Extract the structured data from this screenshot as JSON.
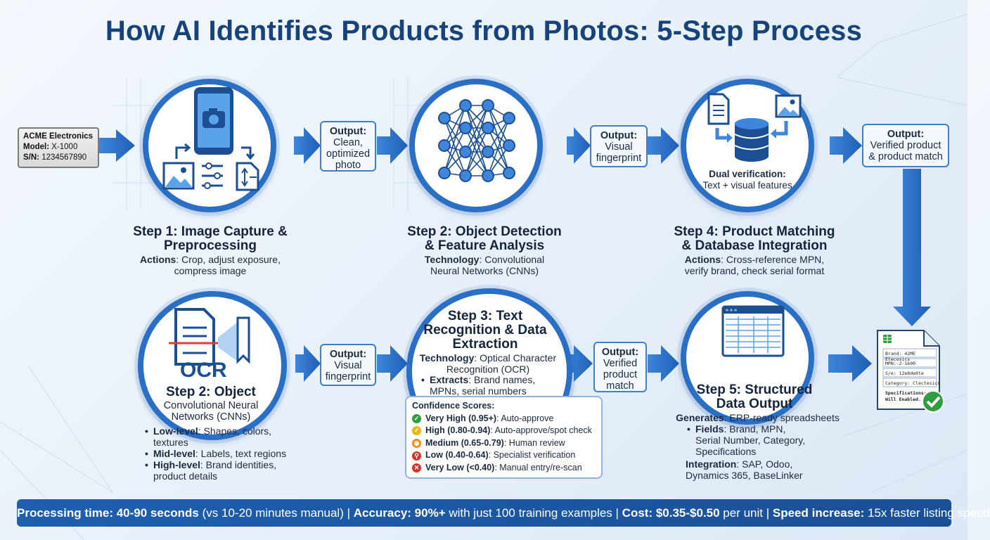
{
  "title": "How AI Identifies Products from Photos: 5-Step Process",
  "tag": {
    "brand": "ACME Electronics",
    "model_label": "Model:",
    "model_value": "X-1000",
    "sn_label": "S/N:",
    "sn_value": "1234567890"
  },
  "outputs": {
    "o1": {
      "label": "Output:",
      "text": "Clean, optimized photo"
    },
    "o2": {
      "label": "Output:",
      "text": "Visual fingerprint"
    },
    "o3": {
      "label": "Output:",
      "text": "Verified product & product match"
    },
    "o4": {
      "label": "Output:",
      "text": "Visual fingerprint"
    },
    "o5": {
      "label": "Output:",
      "text": "Verified product match"
    }
  },
  "step1": {
    "title": "Step 1: Image Capture & Preprocessing",
    "desc_label": "Actions",
    "desc_text": ": Crop, adjust exposure, compress image"
  },
  "step2": {
    "title": "Step 2: Object Detection & Feature Analysis",
    "desc_label": "Technology",
    "desc_text": ": Convolutional Neural Networks (CNNs)"
  },
  "step4": {
    "title": "Step 4: Product Matching & Database Integration",
    "desc_label": "Actions",
    "desc_text": ": Cross-reference MPN, verify brand, check serial format",
    "inner_label": "Dual verification:",
    "inner_text": "Text + visual features"
  },
  "ocr_step": {
    "ocr_text": "OCR",
    "title": "Step 2: Object",
    "subtitle": "Convolutional Neural Networks (CNNs)",
    "bullets": [
      {
        "label": "Low-level",
        "text": ": Shapes, colors, textures"
      },
      {
        "label": "Mid-level",
        "text": ": Labels, text regions"
      },
      {
        "label": "High-level",
        "text": ": Brand identities, product details"
      }
    ]
  },
  "step3": {
    "title": "Step 3: Text Recognition & Data Extraction",
    "desc_label": "Technology",
    "desc_text": ": Optical Character Recognition (OCR)",
    "bullet_label": "Extracts",
    "bullet_text": ": Brand names, MPNs, serial numbers"
  },
  "confidence": {
    "title": "Confidence Scores:",
    "rows": [
      {
        "label": "Very High (0.95+)",
        "text": ": Auto-approve",
        "color": "#2e9e3e",
        "icon": "check-icon"
      },
      {
        "label": "High (0.80-0.94)",
        "text": ": Auto-approve/spot check",
        "color": "#e9b616",
        "icon": "check-icon"
      },
      {
        "label": "Medium (0.65-0.79)",
        "text": ": Human review",
        "color": "#ef8b1c",
        "icon": "eye-icon"
      },
      {
        "label": "Low (0.40-0.64)",
        "text": ": Specialist verification",
        "color": "#d8342b",
        "icon": "magnifier-icon"
      },
      {
        "label": "Very Low (<0.40)",
        "text": ": Manual entry/re-scan",
        "color": "#d8342b",
        "icon": "x-icon"
      }
    ]
  },
  "step5": {
    "title": "Step 5: Structured Data Output",
    "desc_label": "Generates",
    "desc_text": ": ERP-ready spreadsheets",
    "fields_label": "Fields",
    "fields_text": ": Brand, MPN, Serial Number, Category, Specifications",
    "integration_label": "Integration",
    "integration_text": ": SAP, Odoo, Dynamics 365, BaseLinker"
  },
  "doc": {
    "lines": [
      "Brand: 42ME Elecosics",
      "MPN:-2-1600",
      "S/e: 12e8de0te",
      "Category: Clectesics",
      "Specifications:",
      "Will Enabled..."
    ]
  },
  "footer": {
    "parts": [
      {
        "label": "Processing time: 40-90 seconds",
        "text": " (vs 10-20 minutes manual) | "
      },
      {
        "label": "Accuracy: 90%+",
        "text": " with just 100 training examples | "
      },
      {
        "label": "Cost: $0.35-$0.50",
        "text": " per unit | "
      },
      {
        "label": "Speed increase:",
        "text": " 15x faster listing speed"
      }
    ]
  },
  "colors": {
    "primary": "#2a6fc6",
    "dark": "#17437a",
    "accent_green": "#2e9e3e"
  }
}
